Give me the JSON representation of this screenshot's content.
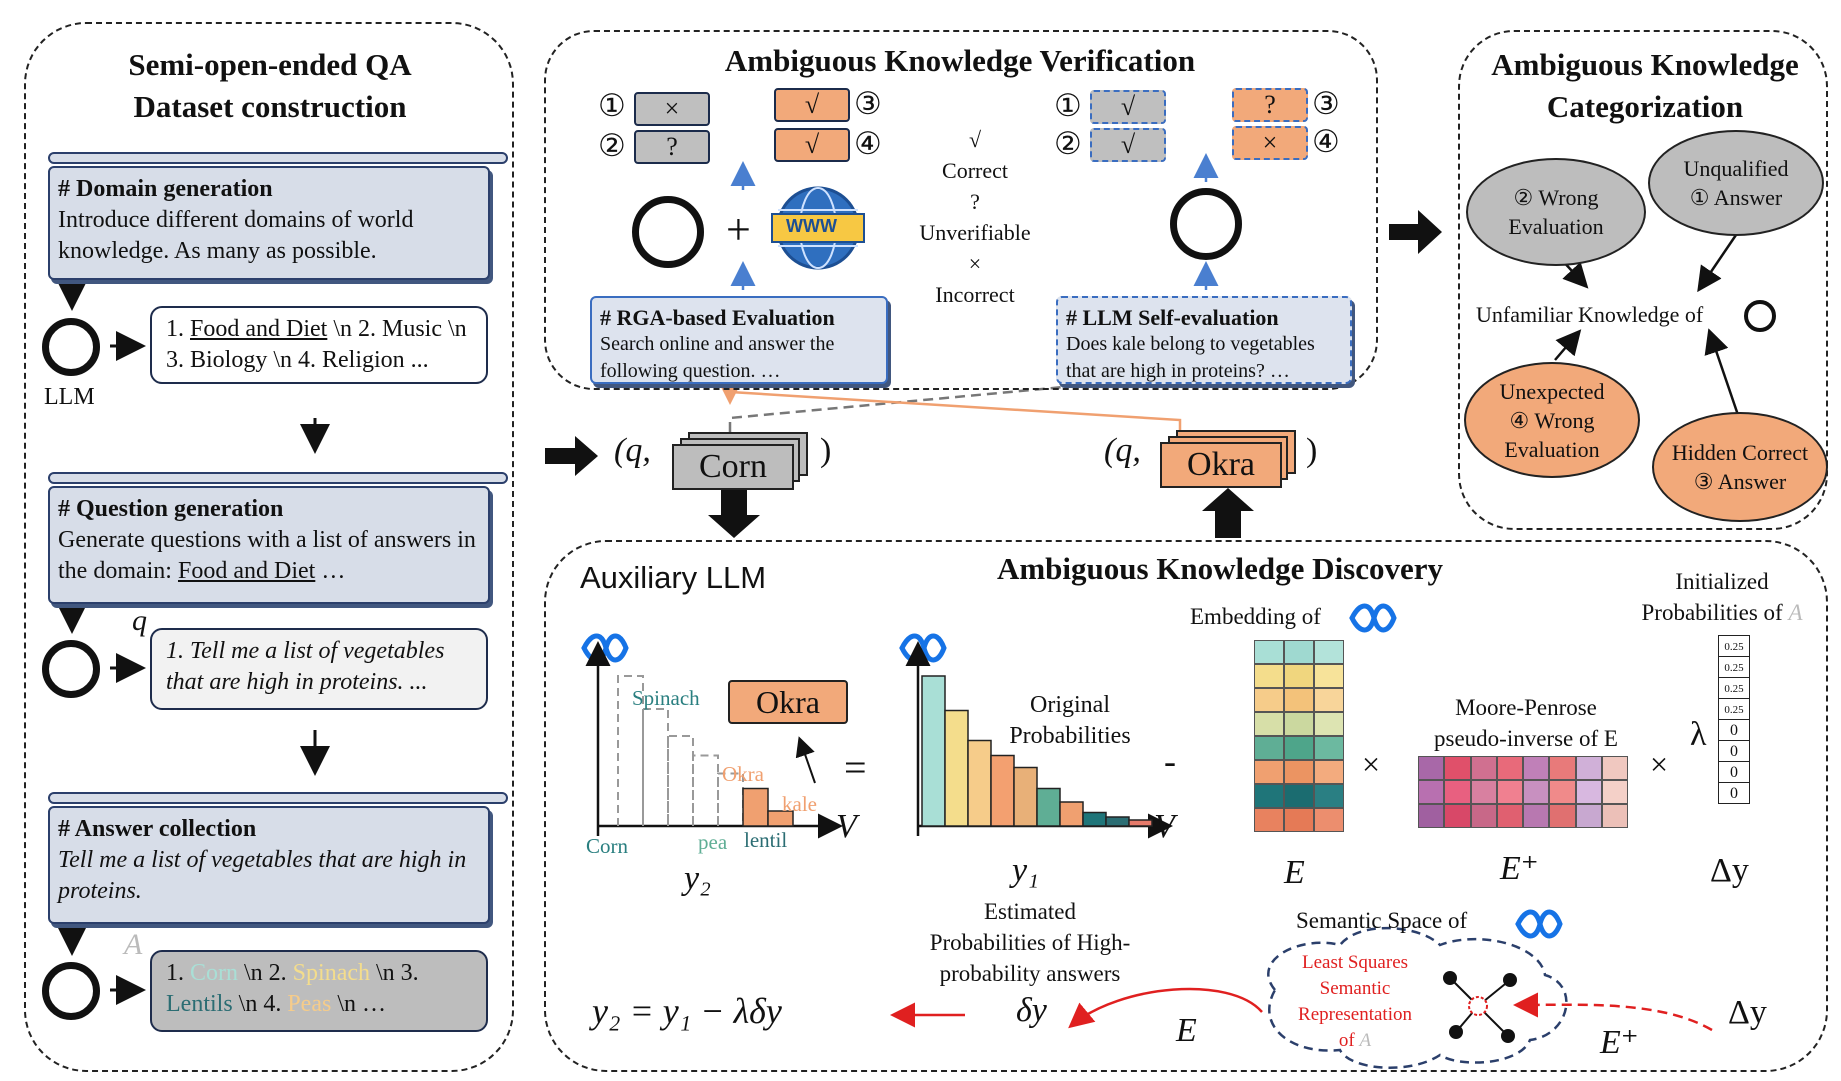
{
  "panel_dataset": {
    "title_line1": "Semi-open-ended QA",
    "title_line2": "Dataset construction",
    "domain_head": "# Domain generation",
    "domain_body": "Introduce different domains of world knowledge. As many as possible.",
    "domains_pre": "1. ",
    "domains_u": "Food and Diet",
    "domains_post": " \\n 2. Music \\n 3. Biology \\n 4. Religion ...",
    "llm_label": "LLM",
    "question_head": "# Question generation",
    "question_body_pre": "Generate questions with a list of answers in the domain: ",
    "question_body_u": "Food and Diet",
    "question_body_post": " …",
    "q_label": "q",
    "question_out": "1. Tell me a list of vegetables that are high in proteins. ...",
    "answer_head": "# Answer collection",
    "answer_body": "Tell me a list of vegetables that are high in proteins.",
    "a_label": "A",
    "ans1": "1. ",
    "corn": "Corn",
    "ans2": " \\n 2. ",
    "spinach": "Spinach",
    "ans3": " \\n 3.",
    "lentils": "Lentils",
    "ans4": " \\n 4. ",
    "peas": "Peas",
    "ans5": " \\n  …"
  },
  "panel_verify": {
    "title": "Ambiguous Knowledge Verification",
    "circled": [
      "①",
      "②",
      "③",
      "④"
    ],
    "left_marks": [
      "×",
      "?",
      "√",
      "√"
    ],
    "right_marks": [
      "√",
      "√",
      "?",
      "×"
    ],
    "plus": "+",
    "www": "WWW",
    "legend": [
      "√",
      "Correct",
      "?",
      "Unverifiable",
      "×",
      "Incorrect"
    ],
    "rga_head": "# RGA-based Evaluation",
    "rga_body": "Search online and answer the following question. …",
    "self_head": "# LLM Self-evaluation",
    "self_body": "Does kale belong to vegetables that are high in proteins? …"
  },
  "panel_categorize": {
    "title_line1": "Ambiguous Knowledge",
    "title_line2": "Categorization",
    "wrong_eval": [
      "②",
      "Wrong",
      "Evaluation"
    ],
    "unqualified": [
      "Unqualified",
      "①",
      "Answer"
    ],
    "center": "Unfamiliar Knowledge of",
    "unexpected": [
      "Unexpected",
      "④",
      "Wrong",
      "Evaluation"
    ],
    "hidden": [
      "Hidden Correct",
      "③",
      "Answer"
    ]
  },
  "middle": {
    "q_open": "(q,",
    "corn": "Corn",
    "close": ")",
    "okra": "Okra"
  },
  "panel_discovery": {
    "title": "Ambiguous Knowledge Discovery",
    "aux_llm": "Auxiliary LLM",
    "spinach": "Spinach",
    "okra_label": "Okra",
    "kale": "kale",
    "corn": "Corn",
    "pea": "pea",
    "lentil": "lentil",
    "okra_box": "Okra",
    "v": "V",
    "y2": "y₂",
    "equals": "=",
    "original": [
      "Original",
      "Probabilities"
    ],
    "y1": "y₁",
    "minus": "-",
    "embedding_of": "Embedding of",
    "e_label": "E",
    "times": "×",
    "moore1": "Moore-Penrose",
    "moore2": "pseudo-inverse of E",
    "eplus": "E⁺",
    "init1": "Initialized",
    "init2": "Probabilities of",
    "init_a": "A",
    "lambda": "λ",
    "delta_y_label": "Δy",
    "delta_values": [
      "0.25",
      "0.25",
      "0.25",
      "0.25",
      "0",
      "0",
      "0",
      "0"
    ],
    "estimated": [
      "Estimated",
      "Probabilities of High-",
      "probability answers"
    ],
    "formula": "y₂ = y₁  − λδy",
    "delta_small": "δy",
    "semantic_space": "Semantic Space of",
    "lsq": [
      "Least Squares",
      "Semantic",
      "Representation",
      "of"
    ],
    "lsq_a": "A",
    "e_bottom": "E",
    "eplus_bottom": "E⁺",
    "delta_bottom": "Δy"
  },
  "chart_aux": {
    "type": "bar",
    "categories": [
      "Corn",
      "Spinach",
      "",
      "",
      "",
      "Okra",
      "kale",
      "pea",
      "lentil"
    ],
    "values": [
      1.0,
      0.78,
      0.6,
      0.47,
      0.35,
      0.25,
      0.1
    ]
  },
  "chart_orig": {
    "type": "bar",
    "values": [
      1.0,
      0.77,
      0.57,
      0.47,
      0.39,
      0.25,
      0.16,
      0.09,
      0.06,
      0.04
    ],
    "colors": [
      "#a9dfd6",
      "#f4dd8c",
      "#f6cc8a",
      "#f3a070",
      "#e8b078",
      "#5fae95",
      "#f0a070",
      "#1f7579",
      "#2b6d73",
      "#e57a6a"
    ]
  },
  "colors": {
    "scroll_fill": "#d7dde8",
    "gray": "#bfbfbf",
    "orange": "#f2a97a",
    "blue_arrow": "#4a7fd0",
    "red": "#e02020"
  }
}
